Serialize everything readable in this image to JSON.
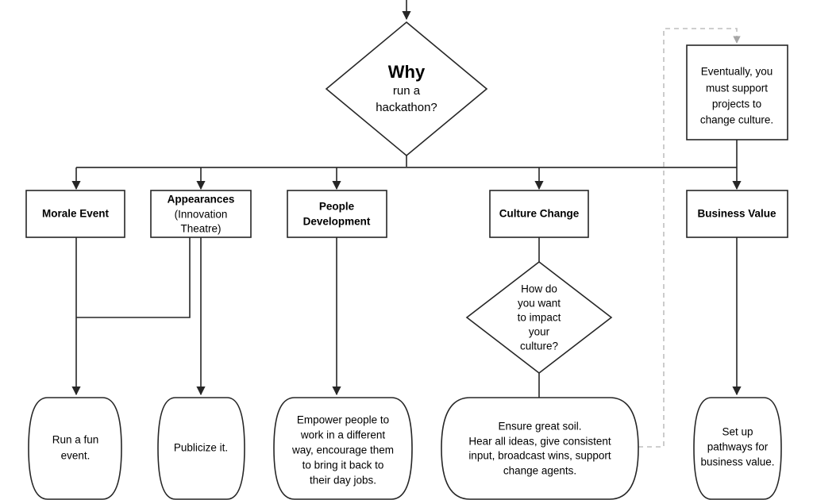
{
  "diagram": {
    "title": "Why run a hackathon flowchart",
    "colors": {
      "stroke": "#262626",
      "bus_stroke": "#4d4d4d",
      "dashed_stroke": "#bfbfbf",
      "text": "#000000",
      "background": "#ffffff"
    },
    "root_decision": {
      "title": "Why",
      "line1": "run a",
      "line2": "hackathon?"
    },
    "branches": [
      {
        "id": "morale-event",
        "label_lines": [
          "Morale Event"
        ],
        "sub_lines": []
      },
      {
        "id": "appearances",
        "label_lines": [
          "Appearances"
        ],
        "sub_lines": [
          "(Innovation",
          "Theatre)"
        ]
      },
      {
        "id": "people-development",
        "label_lines": [
          "People",
          "Development"
        ],
        "sub_lines": []
      },
      {
        "id": "culture-change",
        "label_lines": [
          "Culture Change"
        ],
        "sub_lines": []
      },
      {
        "id": "business-value",
        "label_lines": [
          "Business Value"
        ],
        "sub_lines": []
      }
    ],
    "culture_decision": {
      "lines": [
        "How do",
        "you want",
        "to impact",
        "your",
        "culture?"
      ]
    },
    "note_box": {
      "lines": [
        "Eventually, you",
        "must support",
        "projects to",
        "change culture."
      ]
    },
    "outcomes": [
      {
        "id": "run-a-fun-event",
        "lines": [
          "Run a fun",
          "event."
        ]
      },
      {
        "id": "publicize-it",
        "lines": [
          "Publicize it."
        ]
      },
      {
        "id": "empower-people",
        "lines": [
          "Empower people to",
          "work in a different",
          "way, encourage them",
          "to bring it back to",
          "their day jobs."
        ]
      },
      {
        "id": "ensure-great-soil",
        "lines": [
          "Ensure great soil.",
          "Hear all ideas, give consistent",
          "input, broadcast wins, support",
          "change agents."
        ]
      },
      {
        "id": "set-up-pathways",
        "lines": [
          "Set up",
          "pathways for",
          "business value."
        ]
      }
    ]
  }
}
